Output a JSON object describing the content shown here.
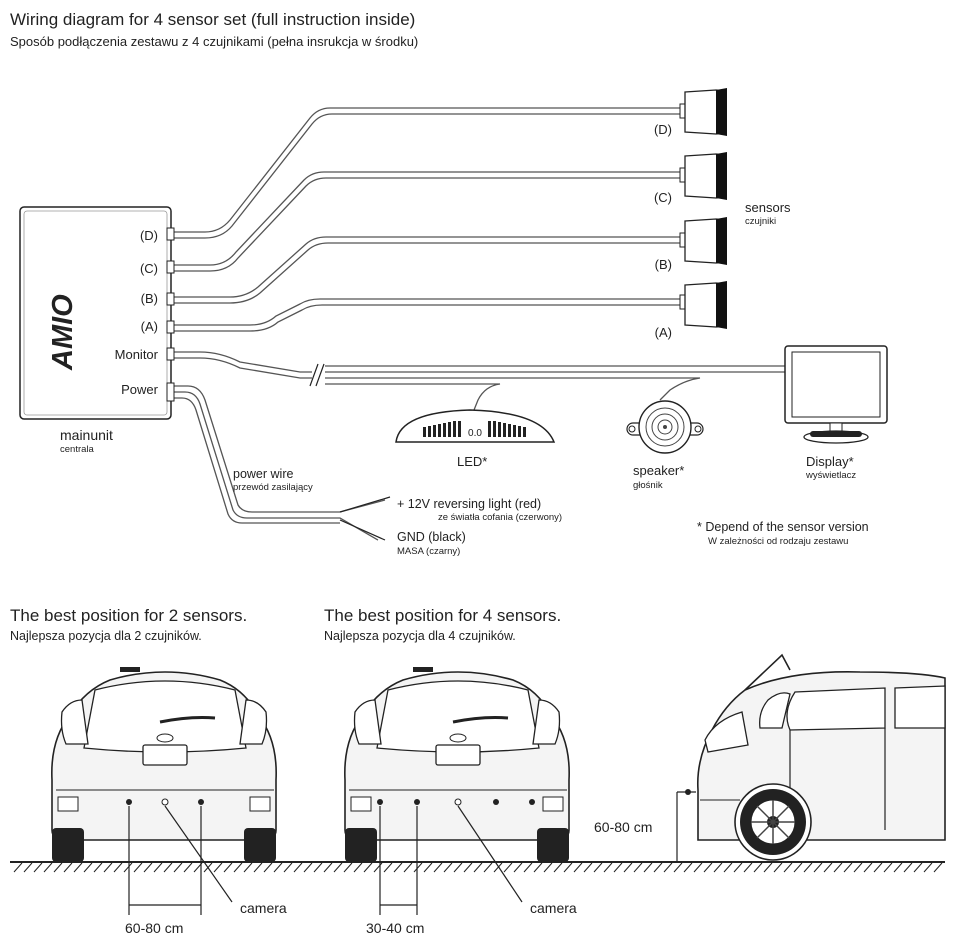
{
  "header": {
    "title": "Wiring diagram for 4 sensor set (full instruction inside)",
    "subtitle": "Sposób podłączenia zestawu z 4 czujnikami (pełna insrukcja w środku)"
  },
  "mainunit": {
    "brand": "AMIO",
    "label": "mainunit",
    "sublabel": "centrala",
    "ports": [
      "(D)",
      "(C)",
      "(B)",
      "(A)",
      "Monitor",
      "Power"
    ]
  },
  "sensors": {
    "label": "sensors",
    "sublabel": "czujniki",
    "items": [
      "(D)",
      "(C)",
      "(B)",
      "(A)"
    ]
  },
  "led": {
    "label": "LED*",
    "reading": "0.0"
  },
  "speaker": {
    "label": "speaker*",
    "sublabel": "głośnik"
  },
  "display": {
    "label": "Display*",
    "sublabel": "wyświetlacz"
  },
  "power_wire": {
    "label": "power wire",
    "sublabel": "przewód zasilający",
    "positive": "+ 12V reversing light (red)",
    "positive_sub": "ze światła cofania (czerwony)",
    "ground": "GND (black)",
    "ground_sub": "MASA (czarny)"
  },
  "note": {
    "text": "* Depend of the sensor version",
    "sub": "W zależności od rodzaju zestawu"
  },
  "positions": {
    "two": {
      "title": "The best position for 2 sensors.",
      "subtitle": "Najlepsza pozycja dla 2 czujników.",
      "camera": "camera",
      "distance": "60-80 cm"
    },
    "four": {
      "title": "The best position for 4 sensors.",
      "subtitle": "Najlepsza pozycja dla 4 czujników.",
      "camera": "camera",
      "distance": "30-40 cm"
    },
    "side": {
      "height": "60-80 cm"
    }
  }
}
